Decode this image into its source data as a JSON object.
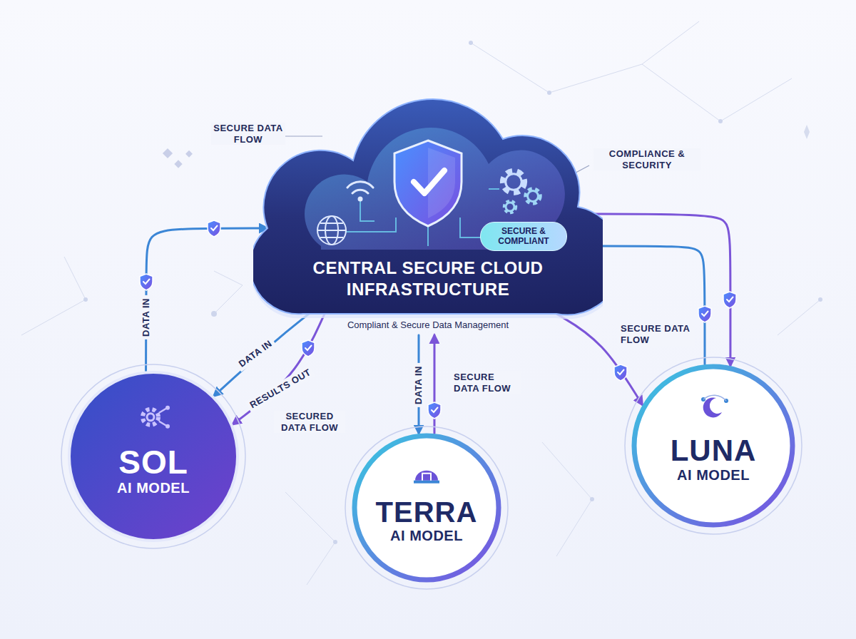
{
  "diagram": {
    "nodes": [
      {
        "text": [
          "CENTRAL SECURE CLOUD INFRASTRUCTURE",
          "Compliant & Secure Data Management"
        ]
      },
      {
        "text": [
          "SECURE & COMPLIANT"
        ],
        "in": 0
      },
      {
        "text": [
          "SOL",
          "AI MODEL"
        ]
      },
      {
        "text": [
          "TERRA",
          "AI MODEL"
        ]
      },
      {
        "text": [
          "LUNA",
          "AI MODEL"
        ]
      }
    ],
    "edges": [
      {
        "from": 2,
        "to": 0,
        "arrow": "to",
        "label": "DATA IN"
      },
      {
        "from": 0,
        "to": 2,
        "arrow": "to",
        "label": "DATA IN"
      },
      {
        "from": 0,
        "to": 2,
        "arrow": "to",
        "label": "RESULTS OUT"
      },
      {
        "from": 0,
        "to": 3,
        "arrow": "to",
        "label": "DATA IN"
      },
      {
        "from": 3,
        "to": 0,
        "arrow": "to",
        "label": "SECURE DATA FLOW"
      },
      {
        "from": 4,
        "to": 0,
        "arrow": "to"
      },
      {
        "from": 0,
        "to": 4,
        "arrow": "to"
      },
      {
        "from": 0,
        "to": 4,
        "arrow": "to",
        "label": "SECURE DATA FLOW"
      }
    ],
    "labels": [
      "SECURE DATA FLOW",
      "COMPLIANCE & SECURITY",
      "SECURED DATA FLOW"
    ]
  }
}
